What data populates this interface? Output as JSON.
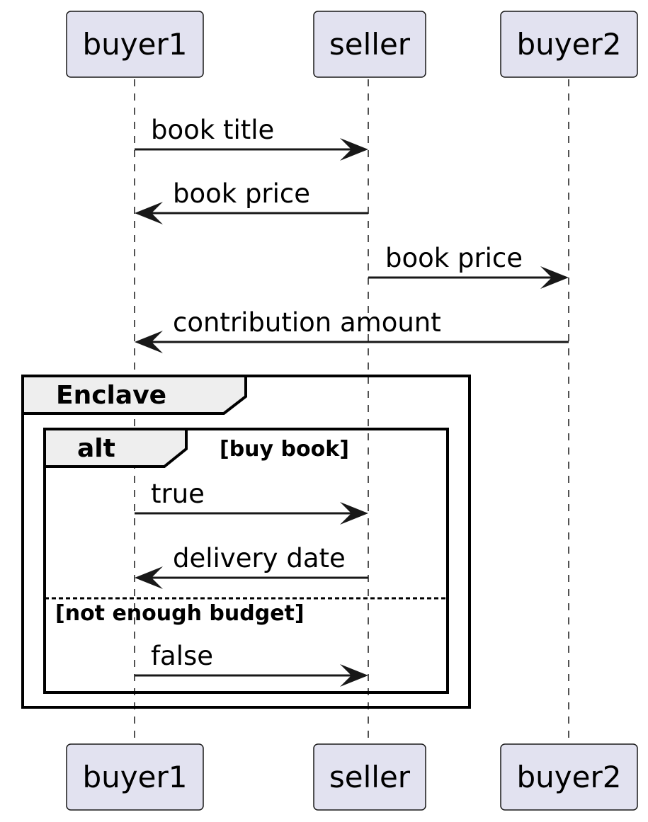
{
  "participants": [
    {
      "id": "buyer1",
      "label": "buyer1"
    },
    {
      "id": "seller",
      "label": "seller"
    },
    {
      "id": "buyer2",
      "label": "buyer2"
    }
  ],
  "messages": [
    {
      "from": "buyer1",
      "to": "seller",
      "label": "book title"
    },
    {
      "from": "seller",
      "to": "buyer1",
      "label": "book price"
    },
    {
      "from": "seller",
      "to": "buyer2",
      "label": "book price"
    },
    {
      "from": "buyer2",
      "to": "buyer1",
      "label": "contribution amount"
    }
  ],
  "enclave": {
    "title": "Enclave",
    "alt": {
      "keyword": "alt",
      "condition": "[buy book]",
      "messages": [
        {
          "from": "buyer1",
          "to": "seller",
          "label": "true"
        },
        {
          "from": "seller",
          "to": "buyer1",
          "label": "delivery date"
        }
      ],
      "else_condition": "[not enough budget]",
      "else_messages": [
        {
          "from": "buyer1",
          "to": "seller",
          "label": "false"
        }
      ]
    }
  },
  "colors": {
    "participant_fill": "#e2e2f0",
    "participant_stroke": "#181818",
    "line": "#181818",
    "frame_header_fill": "#eeeeee",
    "frame_stroke": "#000000"
  }
}
